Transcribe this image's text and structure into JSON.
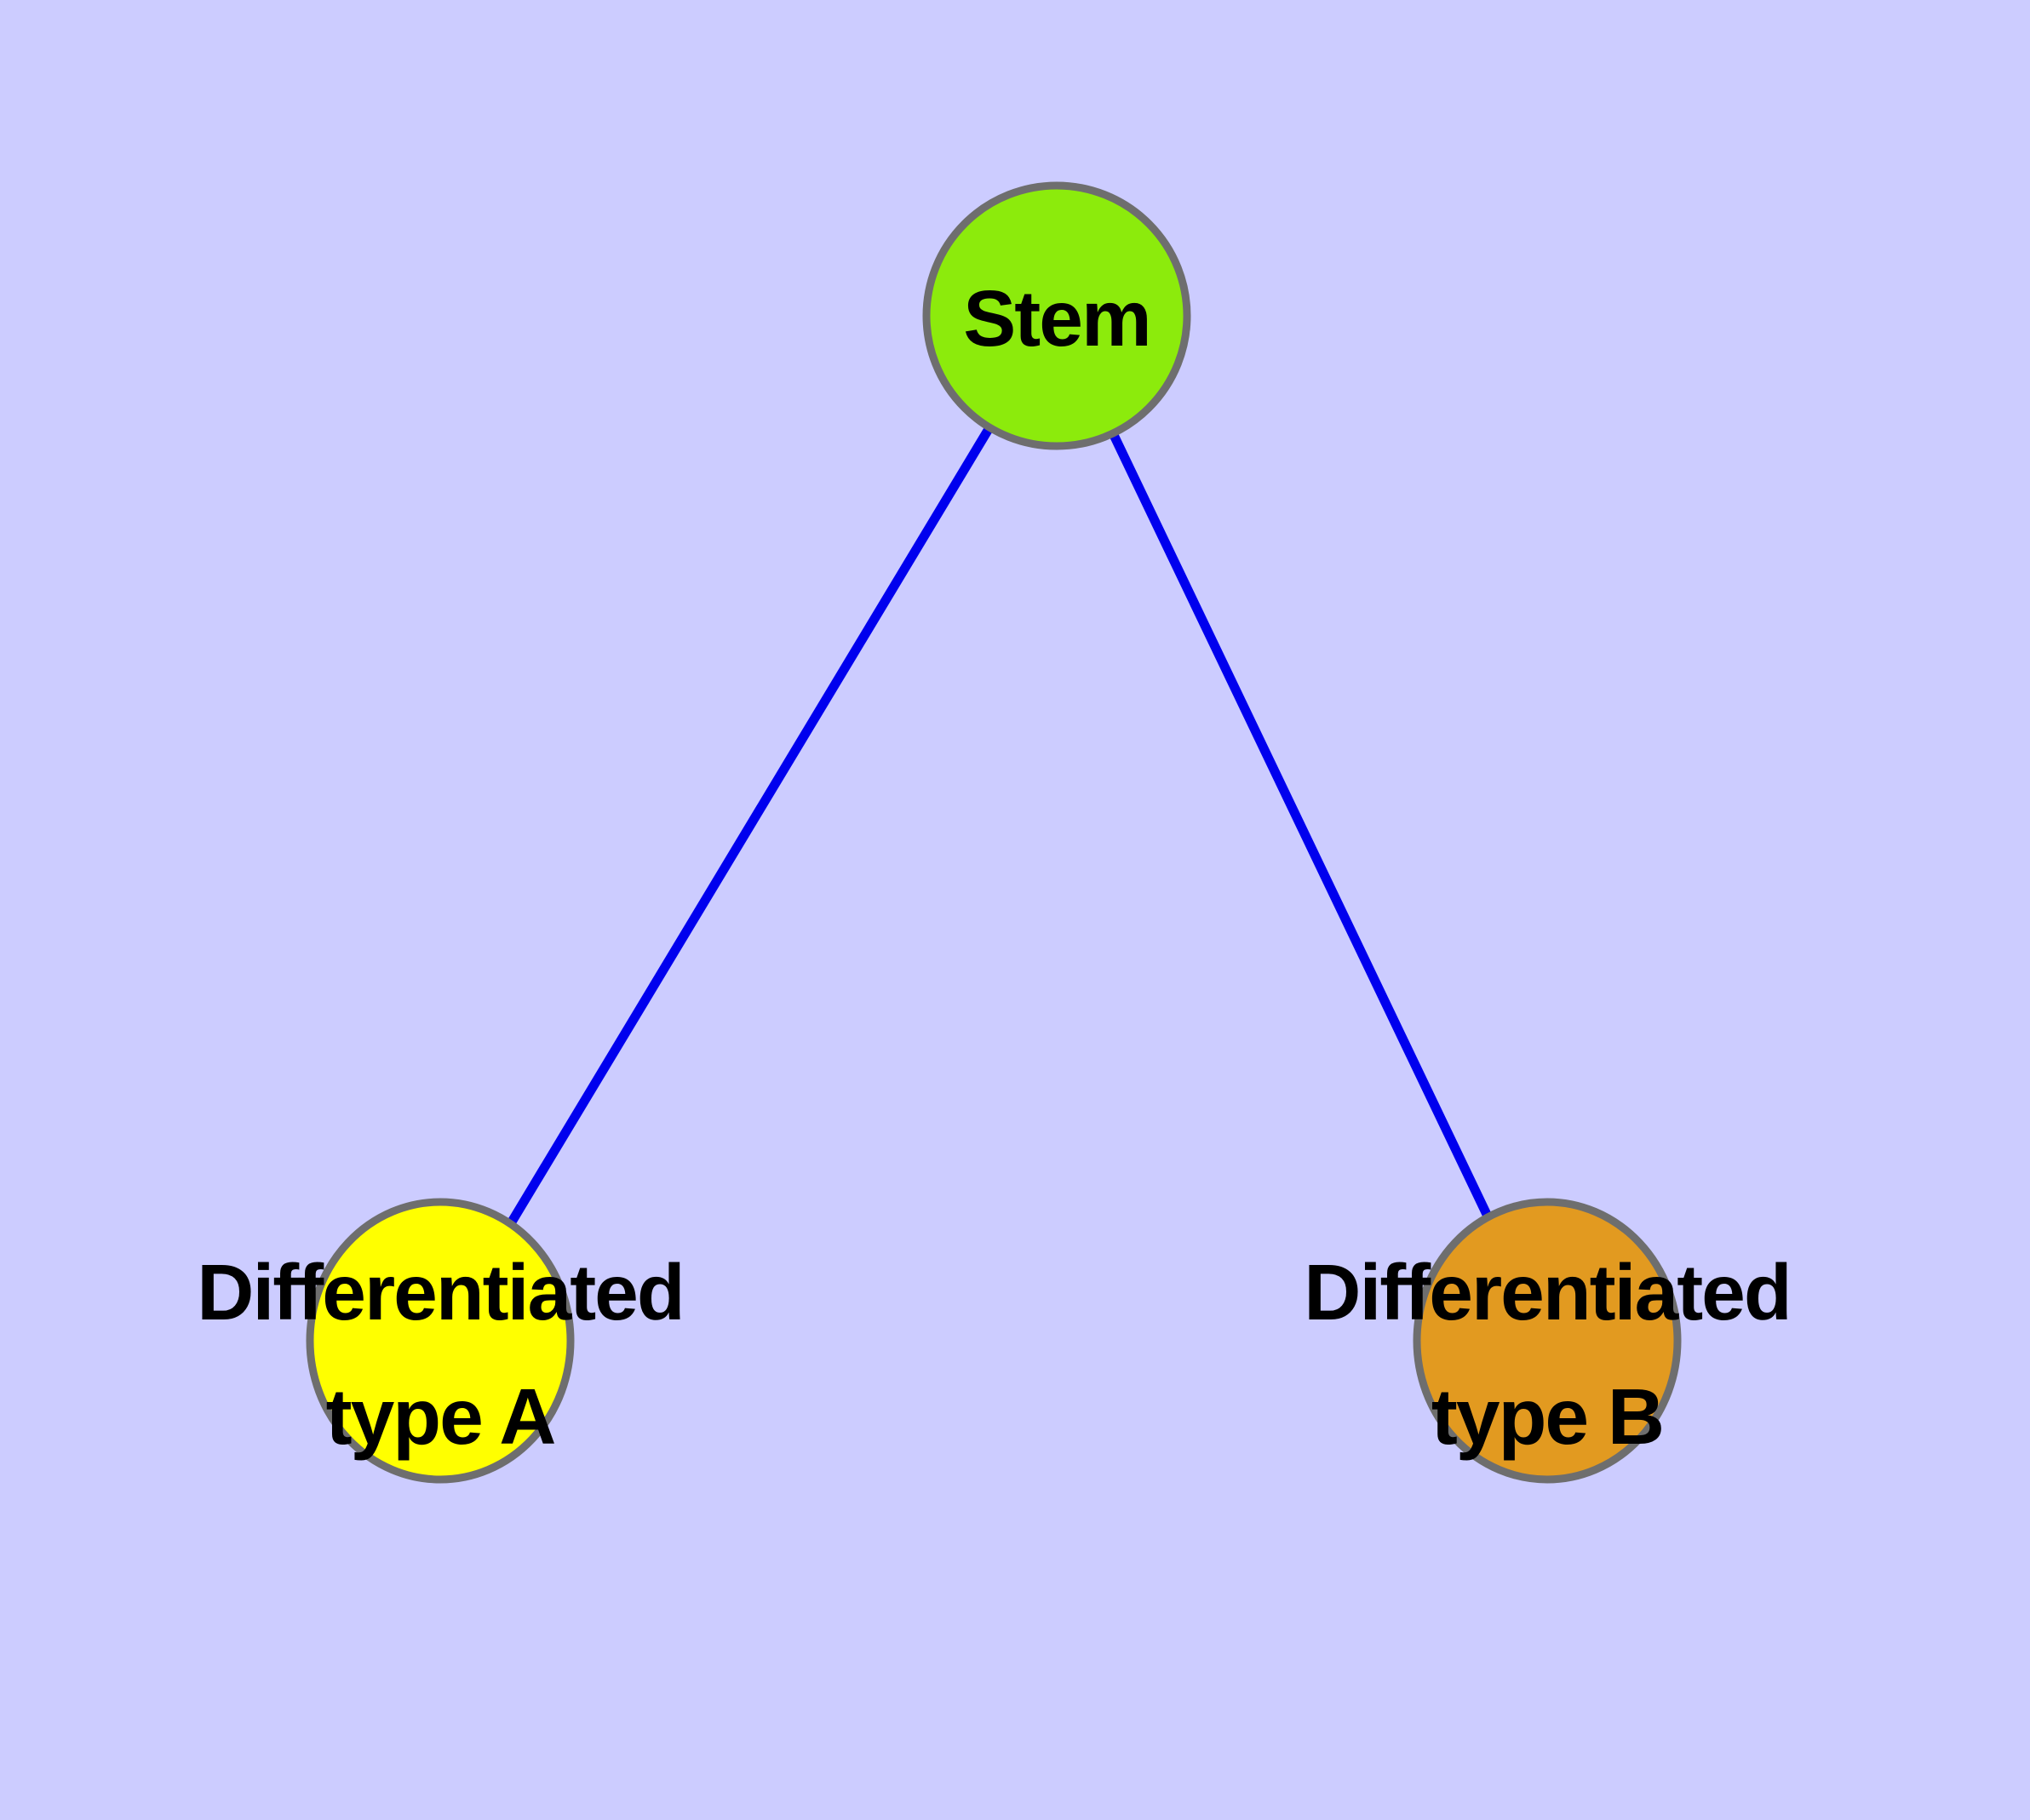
{
  "colors": {
    "background": "#CCCCFF",
    "edge": "#0000EE",
    "node_border": "#6E6E6E",
    "label_text": "#000000"
  },
  "graph": {
    "nodes": [
      {
        "id": "stem",
        "label": "Stem",
        "fill": "#8CEB0C"
      },
      {
        "id": "differentiated-type-a",
        "label_line1": "Differentiated",
        "label_line2": "type A",
        "fill": "#FFFF00"
      },
      {
        "id": "differentiated-type-b",
        "label_line1": "Differentiated",
        "label_line2": "type B",
        "fill": "#E29A20"
      }
    ],
    "edges": [
      {
        "from": "stem",
        "to": "differentiated-type-a"
      },
      {
        "from": "stem",
        "to": "differentiated-type-b"
      }
    ]
  }
}
